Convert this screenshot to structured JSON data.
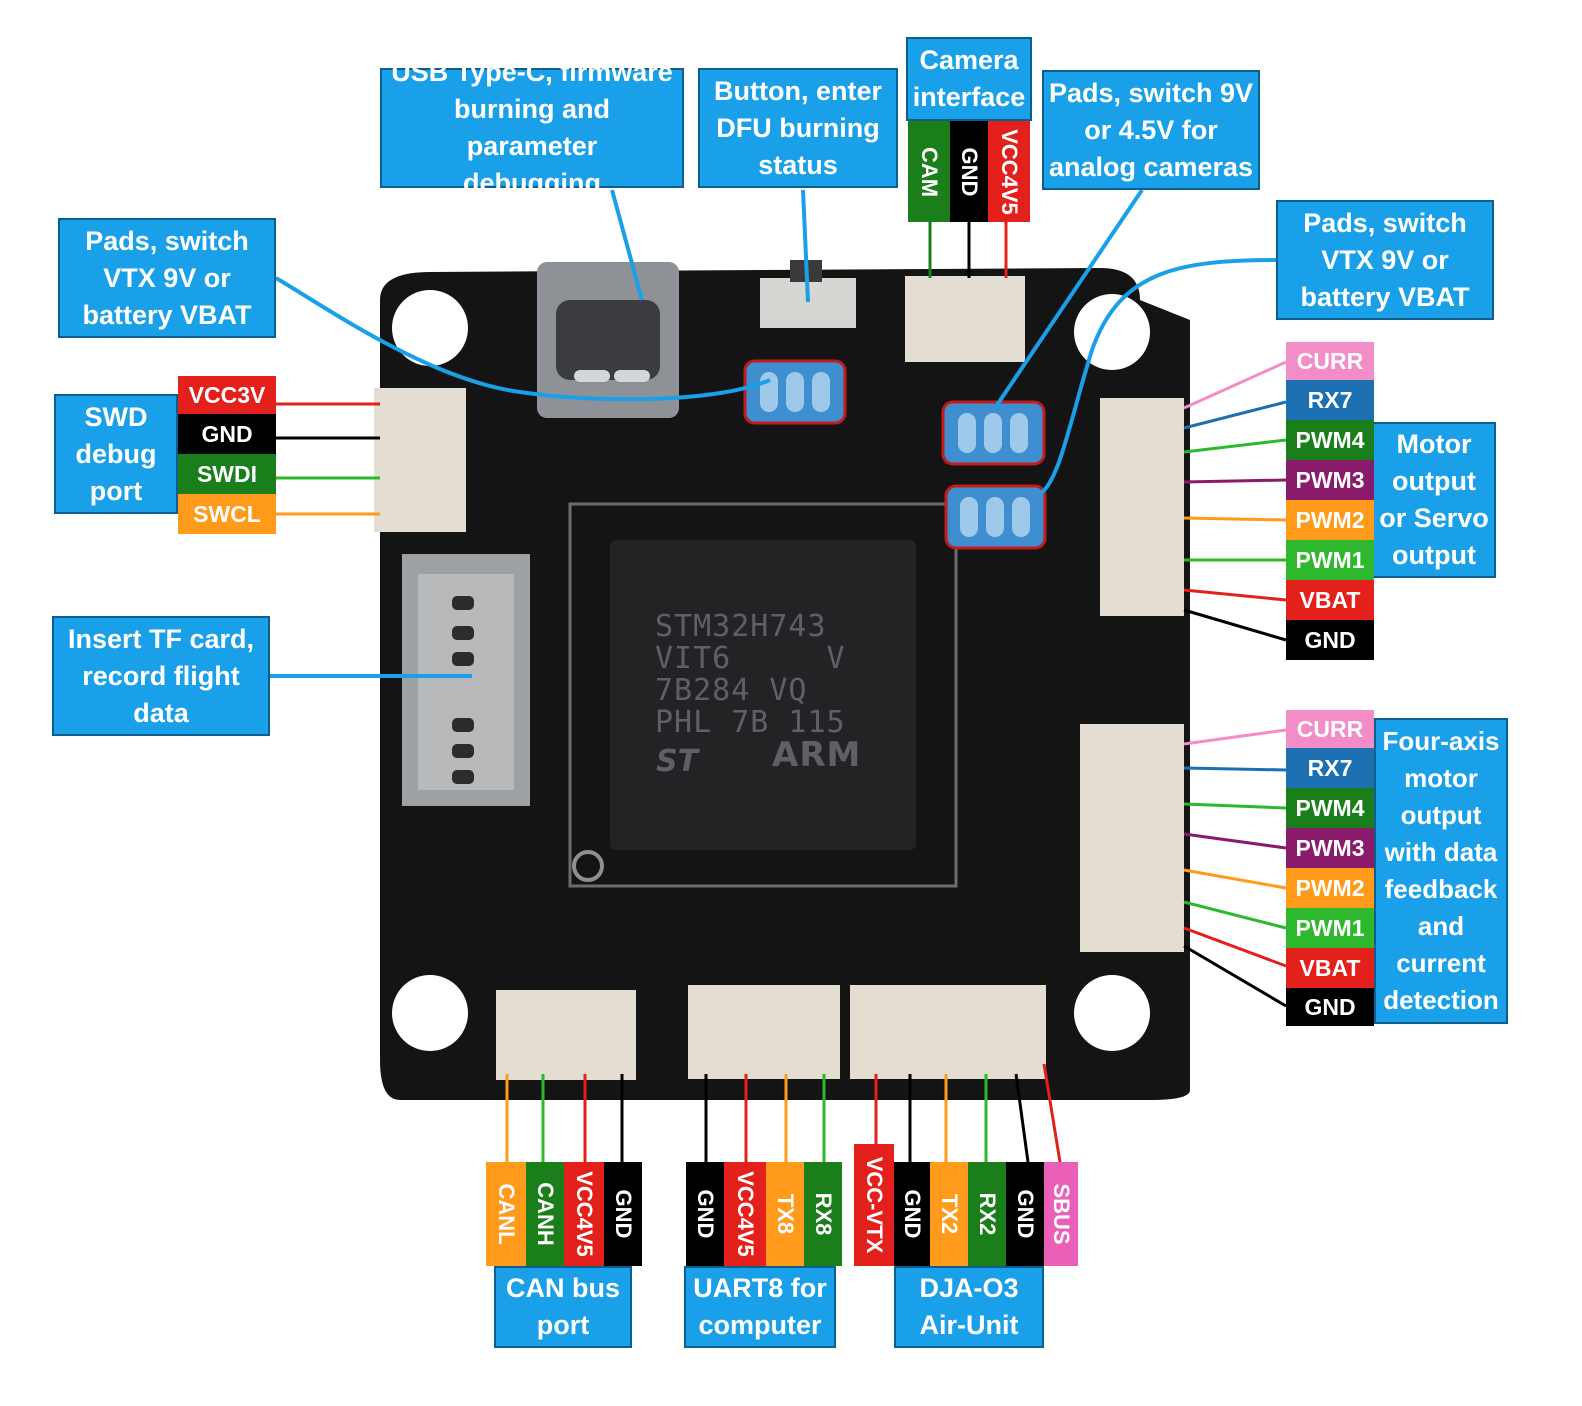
{
  "colors": {
    "callout_bg": "#1aa0e8",
    "vcc_red": "#e3201b",
    "gnd_black": "#000000",
    "signal_green": "#1a7f1a",
    "pwm3_purple": "#8a1a6a",
    "pwm2_orange": "#ff9a1a",
    "pwm1_lightgreen": "#2eb82e",
    "rx7_blue": "#1c6fb0",
    "curr_pink": "#f28dc8",
    "sbus_pink": "#ea5fb8",
    "can_orange": "#ff9a1a"
  },
  "callouts": {
    "usb": "USB Type-C, firmware\nburning and parameter\ndebugging",
    "button": "Button, enter\nDFU burning\nstatus",
    "camera": "Camera\ninterface",
    "cam_pads": "Pads, switch 9V\nor 4.5V for\nanalog cameras",
    "vtx_pads_left": "Pads, switch\nVTX 9V or\nbattery VBAT",
    "vtx_pads_right": "Pads, switch\nVTX 9V or\nbattery VBAT",
    "swd": "SWD\ndebug\nport",
    "tf": "Insert TF card,\nrecord flight\ndata",
    "motor": "Motor\noutput\nor Servo\noutput",
    "fouraxis": "Four-axis\nmotor\noutput\nwith data\nfeedback\nand\ncurrent\ndetection",
    "can": "CAN bus\nport",
    "uart8": "UART8 for\ncomputer",
    "dji": "DJA-O3\nAir-Unit"
  },
  "pins": {
    "camera": [
      "CAM",
      "GND",
      "VCC4V5"
    ],
    "swd": [
      "VCC3V",
      "GND",
      "SWDI",
      "SWCL"
    ],
    "motor": [
      "CURR",
      "RX7",
      "PWM4",
      "PWM3",
      "PWM2",
      "PWM1",
      "VBAT",
      "GND"
    ],
    "fouraxis": [
      "CURR",
      "RX7",
      "PWM4",
      "PWM3",
      "PWM2",
      "PWM1",
      "VBAT",
      "GND"
    ],
    "can": [
      "CANL",
      "CANH",
      "VCC4V5",
      "GND"
    ],
    "uart8": [
      "GND",
      "VCC4V5",
      "TX8",
      "RX8"
    ],
    "dji": [
      "VCC-VTX",
      "GND",
      "TX2",
      "RX2",
      "GND",
      "SBUS"
    ]
  },
  "chip": {
    "line1": "STM32H743",
    "line2": "VIT6     V",
    "line3": "7B284 VQ",
    "line4": "PHL 7B 115",
    "brand": "ARM",
    "logo": "st-logo"
  }
}
